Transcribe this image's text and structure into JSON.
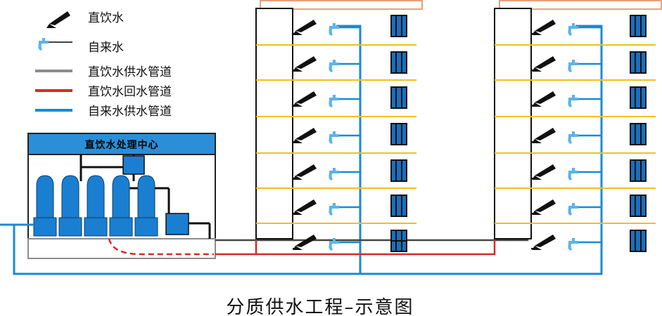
{
  "legend": {
    "items": [
      {
        "label": "直饮水",
        "symbol": "faucet-direct"
      },
      {
        "label": "自来水",
        "symbol": "tap"
      },
      {
        "label": "直饮水供水管道",
        "symbol": "line",
        "color": "#8c8c8c"
      },
      {
        "label": "直饮水回水管道",
        "symbol": "line",
        "color": "#d42a2a"
      },
      {
        "label": "自来水供水管道",
        "symbol": "line",
        "color": "#1a8ad4"
      }
    ]
  },
  "treatment_center": {
    "title": "直饮水处理中心"
  },
  "caption": "分质供水工程–示意图",
  "colors": {
    "direct_supply": "#8c8c8c",
    "direct_return": "#d42a2a",
    "tap_supply": "#1a8ad4",
    "equipment_blue": "#1a7fd1",
    "floor_line": "#f0c020",
    "roof_outline": "#e8a07c",
    "center_header": "#2a8fd8"
  },
  "buildings": [
    {
      "floors": 7
    },
    {
      "floors": 7
    }
  ]
}
